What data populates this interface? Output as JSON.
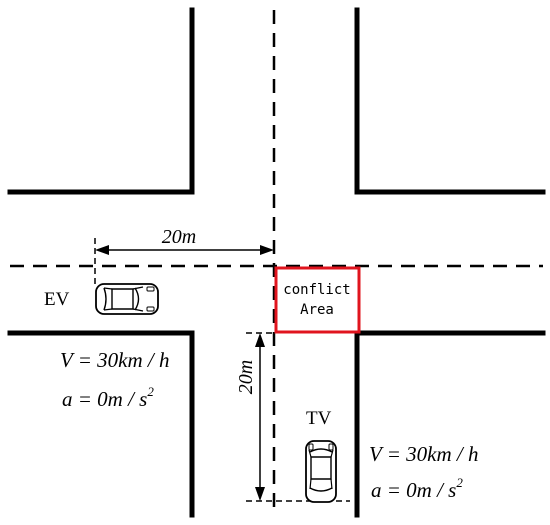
{
  "labels": {
    "distance_horizontal": "20m",
    "distance_vertical": "20m",
    "ev": "EV",
    "tv": "TV",
    "conflict_line1": "conflict",
    "conflict_line2": "Area",
    "ev_velocity": "V = 30km / h",
    "ev_accel": "a = 0m / s",
    "ev_accel_exp": "2",
    "tv_velocity": "V = 30km / h",
    "tv_accel": "a = 0m / s",
    "tv_accel_exp": "2"
  },
  "colors": {
    "road_edge": "#000000",
    "conflict_box": "#e0141e",
    "text": "#000000"
  }
}
